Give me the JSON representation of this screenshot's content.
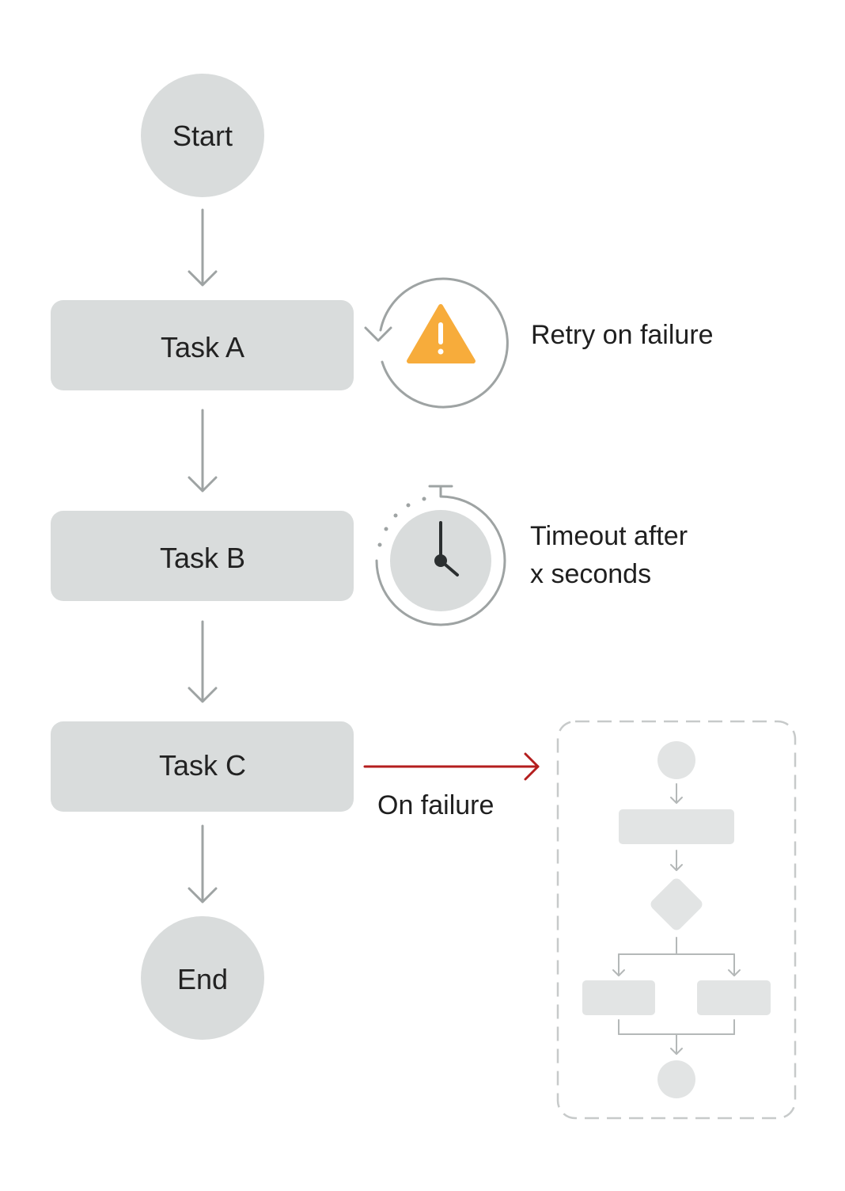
{
  "nodes": {
    "start": "Start",
    "task_a": "Task A",
    "task_b": "Task B",
    "task_c": "Task C",
    "end": "End"
  },
  "annotations": {
    "retry": "Retry on failure",
    "timeout_line1": "Timeout after",
    "timeout_line2": "x seconds",
    "on_failure": "On failure"
  },
  "icons": {
    "retry": "warning-retry-icon",
    "timeout": "stopwatch-icon",
    "fallback": "fallback-workflow-icon"
  },
  "colors": {
    "node_fill": "#d9dcdc",
    "arrow": "#9ea3a3",
    "failure_arrow": "#b41e1e",
    "warning": "#f7ac3b",
    "clock_hand": "#2b2f30",
    "fallback_border": "#c7caca",
    "fallback_fill": "#e2e4e4"
  }
}
